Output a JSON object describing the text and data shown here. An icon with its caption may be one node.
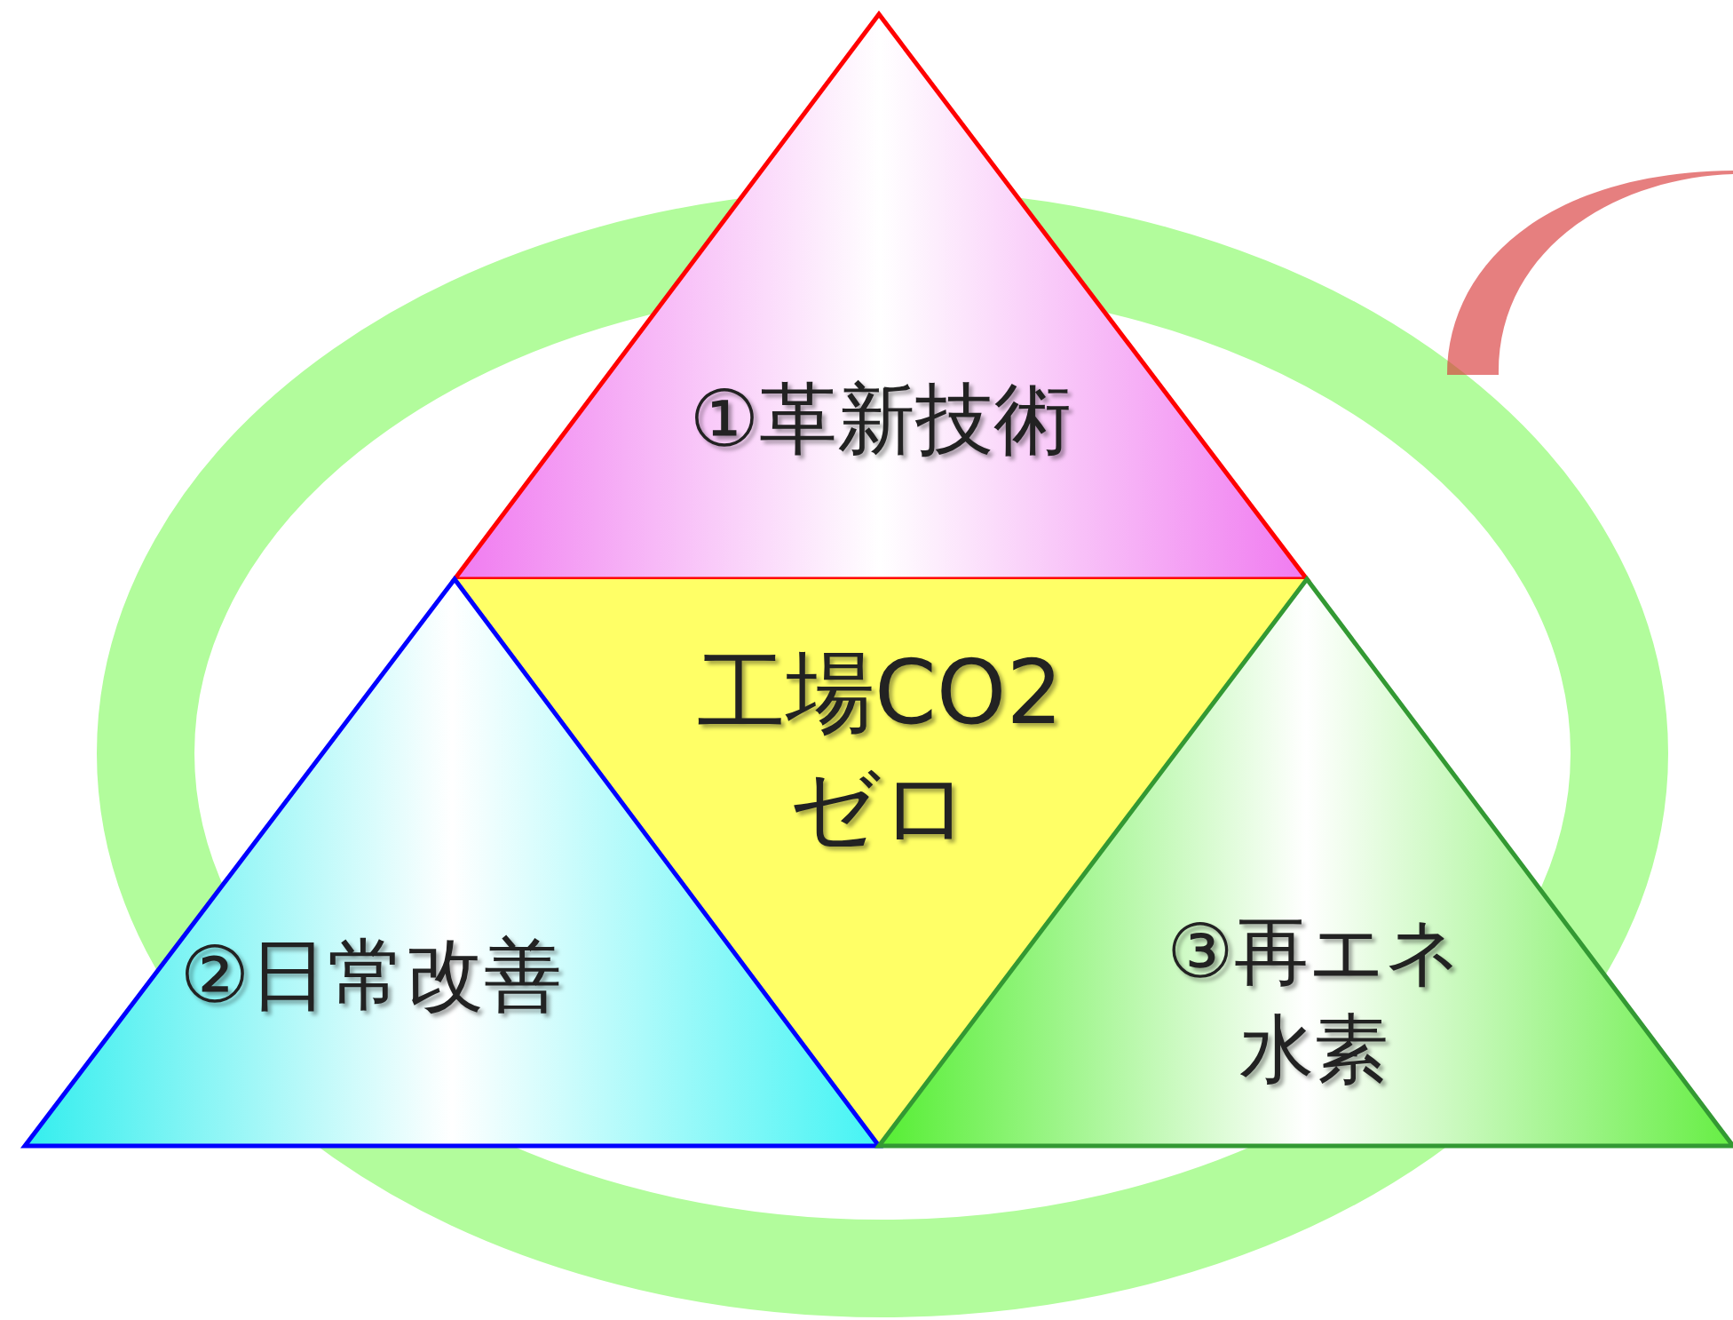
{
  "diagram": {
    "nodes": [
      {
        "text": [
          "①革新技術"
        ]
      },
      {
        "text": [
          "工場CO2ゼロ"
        ]
      },
      {
        "text": [
          "②日常改善"
        ]
      },
      {
        "text": [
          "③再エネ水素"
        ]
      }
    ]
  }
}
